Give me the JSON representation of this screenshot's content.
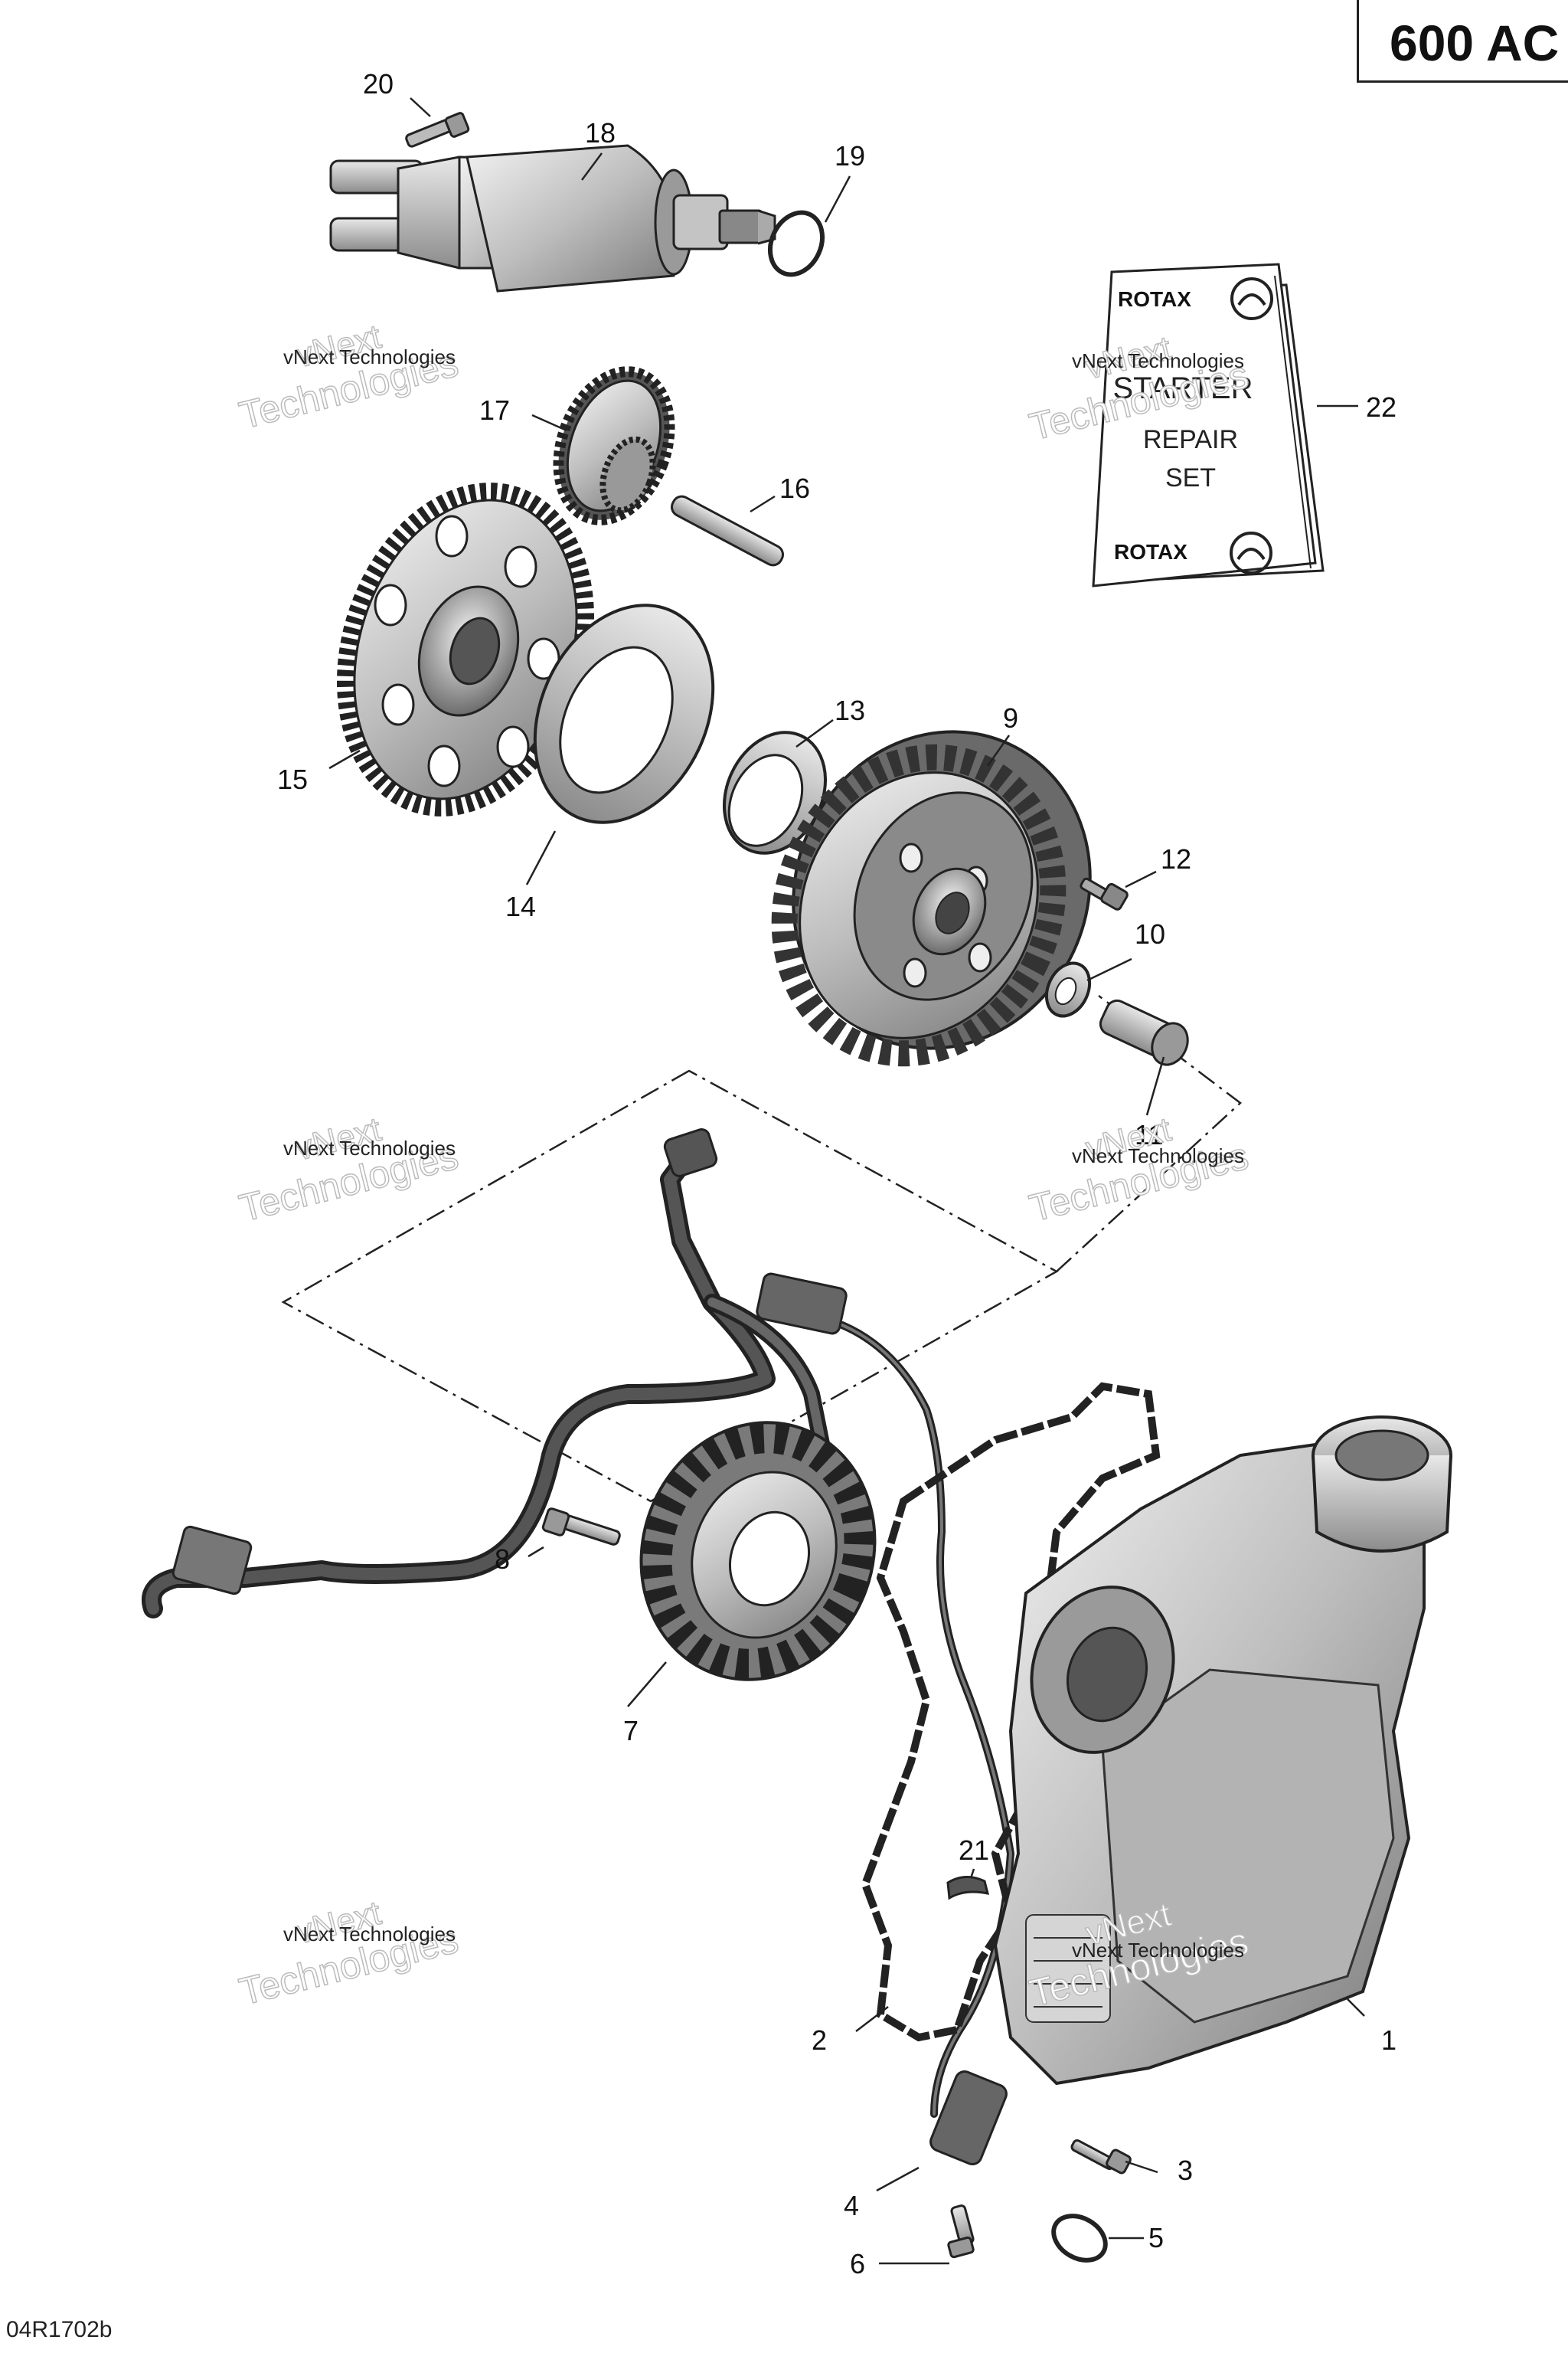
{
  "model_label": "600 AC",
  "drawing_code": "04R1702b",
  "kit_label": {
    "brand_top": "ROTAX",
    "lines": [
      "STARTER",
      "REPAIR",
      "SET"
    ],
    "brand_bottom": "ROTAX"
  },
  "watermark": {
    "line1": "vNext",
    "line2": "Technologies",
    "caption": "vNext Technologies"
  },
  "callouts": [
    {
      "id": "1",
      "label": "1"
    },
    {
      "id": "2",
      "label": "2"
    },
    {
      "id": "3",
      "label": "3"
    },
    {
      "id": "4",
      "label": "4"
    },
    {
      "id": "5",
      "label": "5"
    },
    {
      "id": "6",
      "label": "6"
    },
    {
      "id": "7",
      "label": "7"
    },
    {
      "id": "8",
      "label": "8"
    },
    {
      "id": "9",
      "label": "9"
    },
    {
      "id": "10",
      "label": "10"
    },
    {
      "id": "11",
      "label": "11"
    },
    {
      "id": "12",
      "label": "12"
    },
    {
      "id": "13",
      "label": "13"
    },
    {
      "id": "14",
      "label": "14"
    },
    {
      "id": "15",
      "label": "15"
    },
    {
      "id": "16",
      "label": "16"
    },
    {
      "id": "17",
      "label": "17"
    },
    {
      "id": "18",
      "label": "18"
    },
    {
      "id": "19",
      "label": "19"
    },
    {
      "id": "20",
      "label": "20"
    },
    {
      "id": "21",
      "label": "21"
    },
    {
      "id": "22",
      "label": "22"
    }
  ]
}
